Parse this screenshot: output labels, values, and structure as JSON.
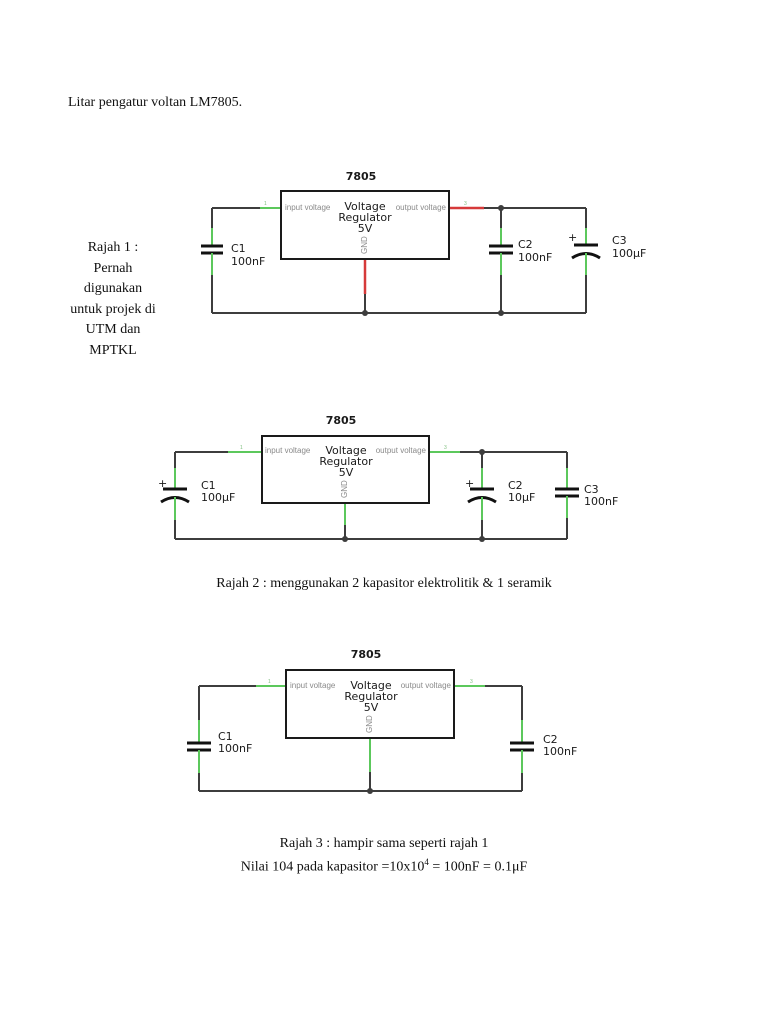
{
  "document": {
    "title": "Litar pengatur voltan LM7805.",
    "rajah1_caption_lines": [
      "Rajah 1 :",
      "Pernah",
      "digunakan",
      "untuk projek di",
      "UTM dan",
      "MPTKL"
    ],
    "rajah2_caption": "Rajah 2 : menggunakan 2 kapasitor elektrolitik & 1 seramik",
    "rajah3_caption_line1": "Rajah 3 : hampir sama seperti rajah 1",
    "rajah3_caption_line2_pre": "Nilai 104 pada kapasitor =10x10",
    "rajah3_caption_line2_sup": "4",
    "rajah3_caption_line2_post": " = 100nF = 0.1μF"
  },
  "regulator": {
    "chip": "7805",
    "title_line1": "Voltage",
    "title_line2": "Regulator",
    "title_line3": "5V",
    "pin_input": "input voltage",
    "pin_output": "output voltage",
    "pin_gnd": "GND",
    "pin1": "1",
    "pin2": "2",
    "pin3": "3"
  },
  "circuits": {
    "rajah1": {
      "c1_name": "C1",
      "c1_value": "100nF",
      "c2_name": "C2",
      "c2_value": "100nF",
      "c3_name": "C3",
      "c3_value": "100μF",
      "c3_polarity": "+"
    },
    "rajah2": {
      "c1_name": "C1",
      "c1_value": "100μF",
      "c1_polarity": "+",
      "c2_name": "C2",
      "c2_value": "10μF",
      "c2_polarity": "+",
      "c3_name": "C3",
      "c3_value": "100nF"
    },
    "rajah3": {
      "c1_name": "C1",
      "c1_value": "100nF",
      "c2_name": "C2",
      "c2_value": "100nF"
    }
  },
  "colors": {
    "wire": "#3d3d3d",
    "pin_green": "#5cc85c",
    "pin_red": "#d63a3a"
  }
}
